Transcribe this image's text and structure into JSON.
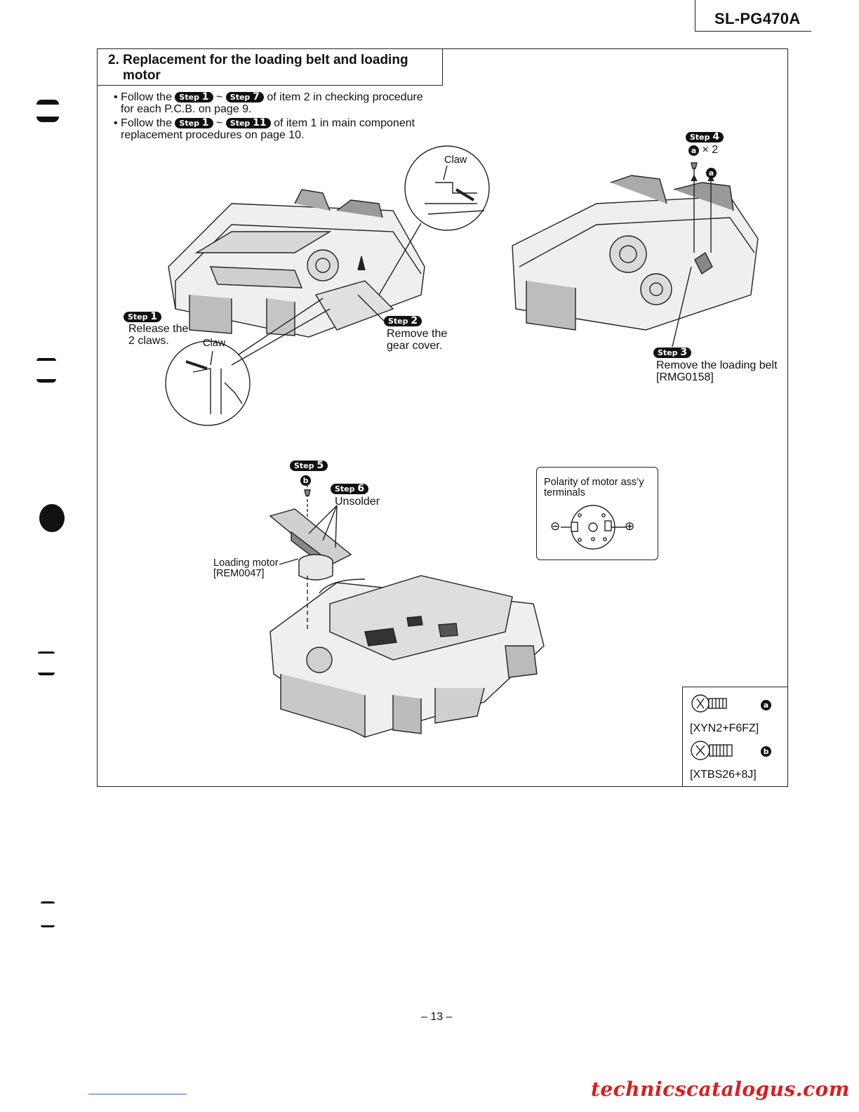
{
  "header": {
    "model": "SL-PG470A"
  },
  "section": {
    "title_line1": "2. Replacement for the loading belt and loading",
    "title_line2": "motor"
  },
  "instructions": [
    {
      "prefix": "• Follow the",
      "step_from": "1",
      "sep": "~",
      "step_to": "7",
      "suffix": "of item 2 in checking procedure",
      "line2": "for each P.C.B. on page 9."
    },
    {
      "prefix": "• Follow the",
      "step_from": "1",
      "sep": "~",
      "step_to": "11",
      "suffix": "of item 1 in main component",
      "line2": "replacement procedures on page 10."
    }
  ],
  "step_word": "Step",
  "steps": {
    "s1": {
      "num": "1",
      "line1": "Release the",
      "line2": "2 claws."
    },
    "s2": {
      "num": "2",
      "line1": "Remove the",
      "line2": "gear cover."
    },
    "s3": {
      "num": "3",
      "line1": "Remove the loading belt",
      "line2": "[RMG0158]"
    },
    "s4": {
      "num": "4",
      "screw": "a",
      "qty": "× 2",
      "screw2": "a"
    },
    "s5": {
      "num": "5",
      "screw": "b"
    },
    "s6": {
      "num": "6",
      "line1": "Unsolder"
    }
  },
  "labels": {
    "claw_top": "Claw",
    "claw_bottom": "Claw",
    "motor_line1": "Loading motor",
    "motor_line2": "[REM0047]"
  },
  "polarity": {
    "line1": "Polarity of motor ass’y",
    "line2": "terminals",
    "minus": "⊖",
    "plus": "⊕"
  },
  "screws": [
    {
      "letter": "a",
      "part": "[XYN2+F6FZ]"
    },
    {
      "letter": "b",
      "part": "[XTBS26+8J]"
    }
  ],
  "footer": {
    "page": "– 13 –",
    "url": "technicscatalogus.com"
  }
}
